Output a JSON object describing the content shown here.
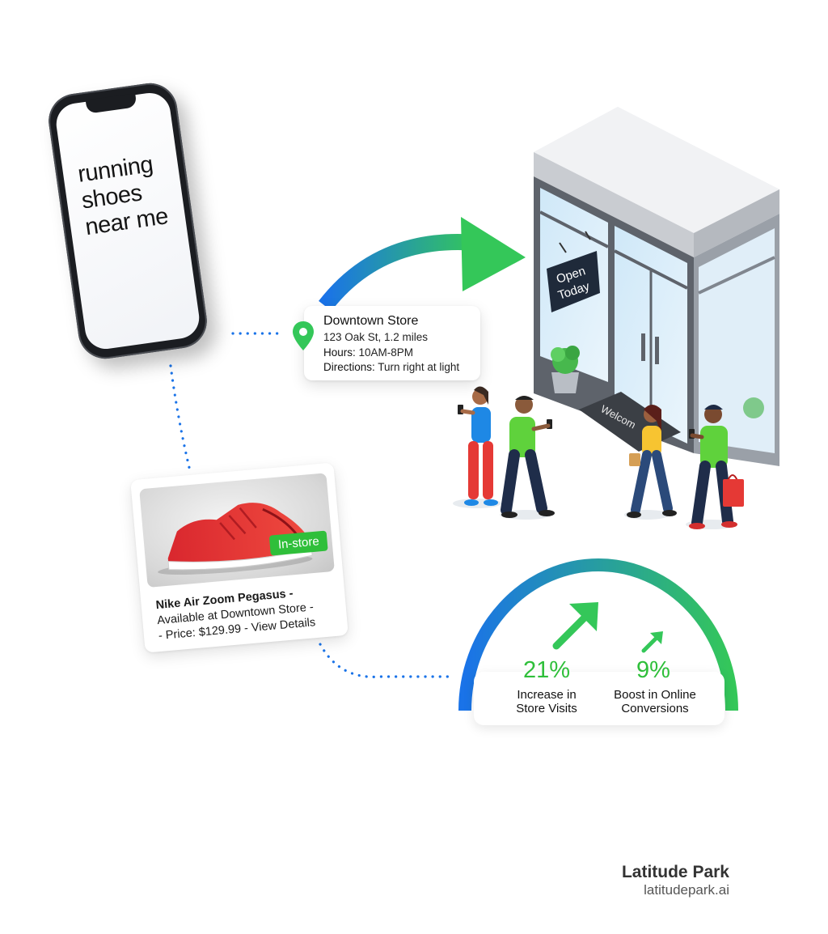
{
  "phone": {
    "search_query": "running shoes near me"
  },
  "store_card": {
    "title": "Downtown Store",
    "address": "123 Oak St, 1.2 miles",
    "hours_label": "Hours:",
    "hours_value": "10AM-8PM",
    "directions_label": "Directions:",
    "directions_value": "Turn right at light"
  },
  "storefront": {
    "sign_line1": "Open",
    "sign_line2": "Today",
    "mat_text": "Welcom"
  },
  "product_card": {
    "badge": "In-store",
    "name": "Nike Air Zoom Pegasus -",
    "availability": "Available at Downtown Store -",
    "price_details": "- Price: $129.99 - View Details"
  },
  "stats": [
    {
      "value": "21%",
      "label_line1": "Increase in",
      "label_line2": "Store Visits"
    },
    {
      "value": "9%",
      "label_line1": "Boost in Online",
      "label_line2": "Conversions"
    }
  ],
  "branding": {
    "name": "Latitude Park",
    "url": "latitudepark.ai"
  },
  "colors": {
    "accent_blue": "#1a73e8",
    "accent_green": "#34c759",
    "dotted_line": "#1a73e8",
    "badge_green": "#2fbf3a"
  },
  "icons": [
    "location-pin-icon",
    "arrow-up-right-icon",
    "curved-arrow-icon",
    "shopping-bag-icon"
  ]
}
